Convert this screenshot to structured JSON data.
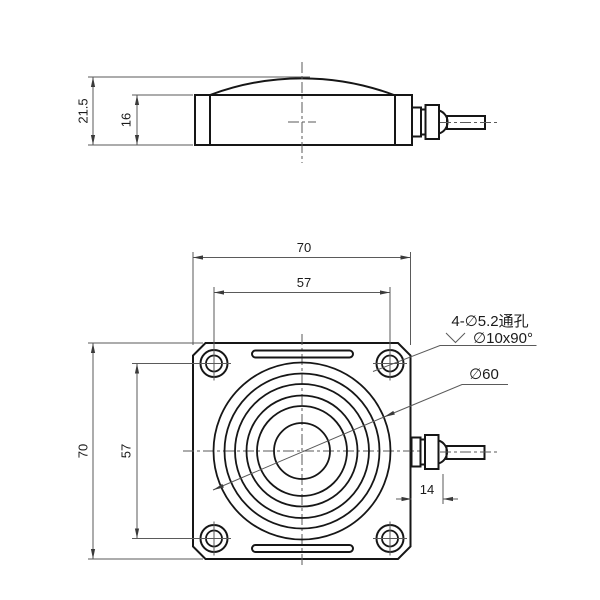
{
  "side_view": {
    "overall_height": "21.5",
    "body_height": "16"
  },
  "front_view": {
    "overall_width": "70",
    "hole_spacing_h": "57",
    "overall_height": "70",
    "hole_spacing_v": "57",
    "connector_length": "14",
    "diaphragm_diameter": "∅60",
    "hole_callout": {
      "line1": "4-∅5.2通孔",
      "line2": "∅10x90°"
    }
  },
  "colors": {
    "background": "#ffffff",
    "object_line": "#161616",
    "dimension_line": "#5a5a5a",
    "text": "#1a1a1a"
  }
}
